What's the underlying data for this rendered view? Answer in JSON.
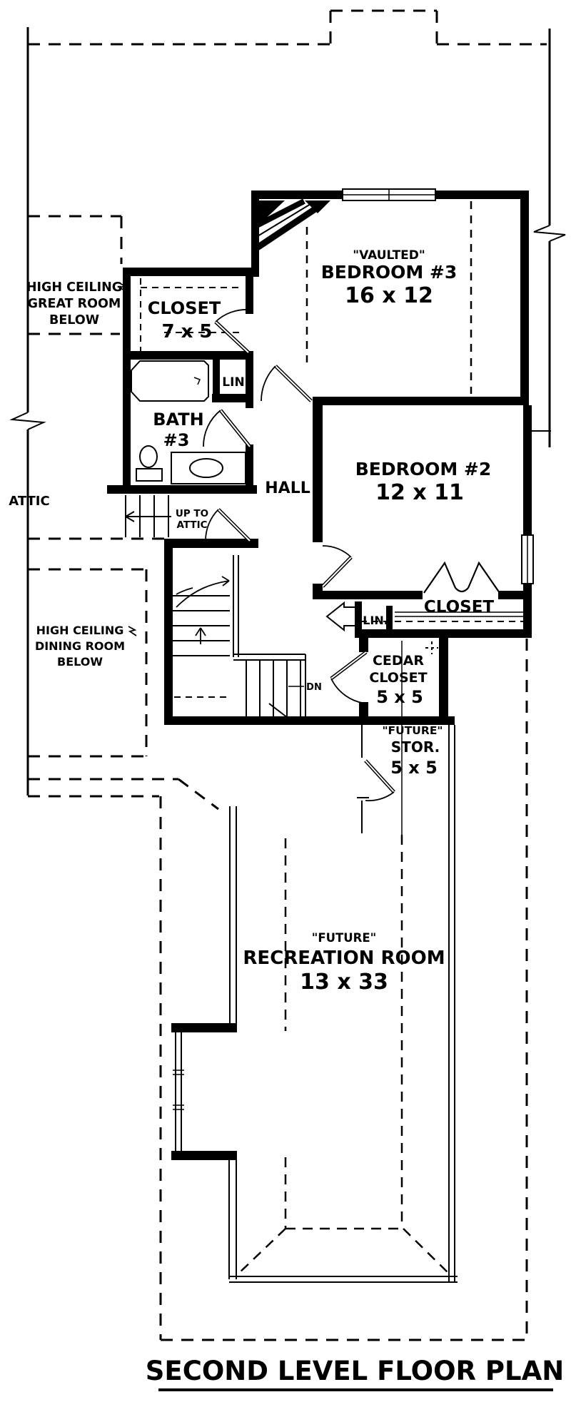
{
  "plan": {
    "title": "SECOND LEVEL FLOOR PLAN",
    "colors": {
      "ink": "#000000",
      "paper": "#ffffff"
    },
    "rooms": {
      "great_room_below": {
        "line1": "HIGH CEILING",
        "line2": "GREAT ROOM",
        "line3": "BELOW"
      },
      "closet_upper": {
        "name": "CLOSET",
        "size": "7 x 5"
      },
      "bedroom3": {
        "tag": "\"VAULTED\"",
        "name": "BEDROOM #3",
        "size": "16 x 12"
      },
      "linen_upper": {
        "name": "LIN"
      },
      "bath3": {
        "line1": "BATH",
        "line2": "#3"
      },
      "hall": {
        "name": "HALL"
      },
      "attic": {
        "name": "ATTIC"
      },
      "attic_stairs": {
        "line1": "UP TO",
        "line2": "ATTIC"
      },
      "dining_below": {
        "line1": "HIGH CEILING",
        "line2": "DINING ROOM",
        "line3": "BELOW"
      },
      "bedroom2": {
        "name": "BEDROOM #2",
        "size": "12 x 11"
      },
      "closet_bedroom2": {
        "name": "CLOSET"
      },
      "linen_lower": {
        "name": "LIN."
      },
      "cedar_closet": {
        "line1": "CEDAR",
        "line2": "CLOSET",
        "size": "5 x 5"
      },
      "future_storage": {
        "line1": "\"FUTURE\"",
        "line2": "STOR.",
        "size": "5 x 5"
      },
      "stairs_down": {
        "name": "DN"
      },
      "future_recreation": {
        "line1": "\"FUTURE\"",
        "line2": "RECREATION ROOM",
        "size": "13 x 33"
      }
    }
  }
}
